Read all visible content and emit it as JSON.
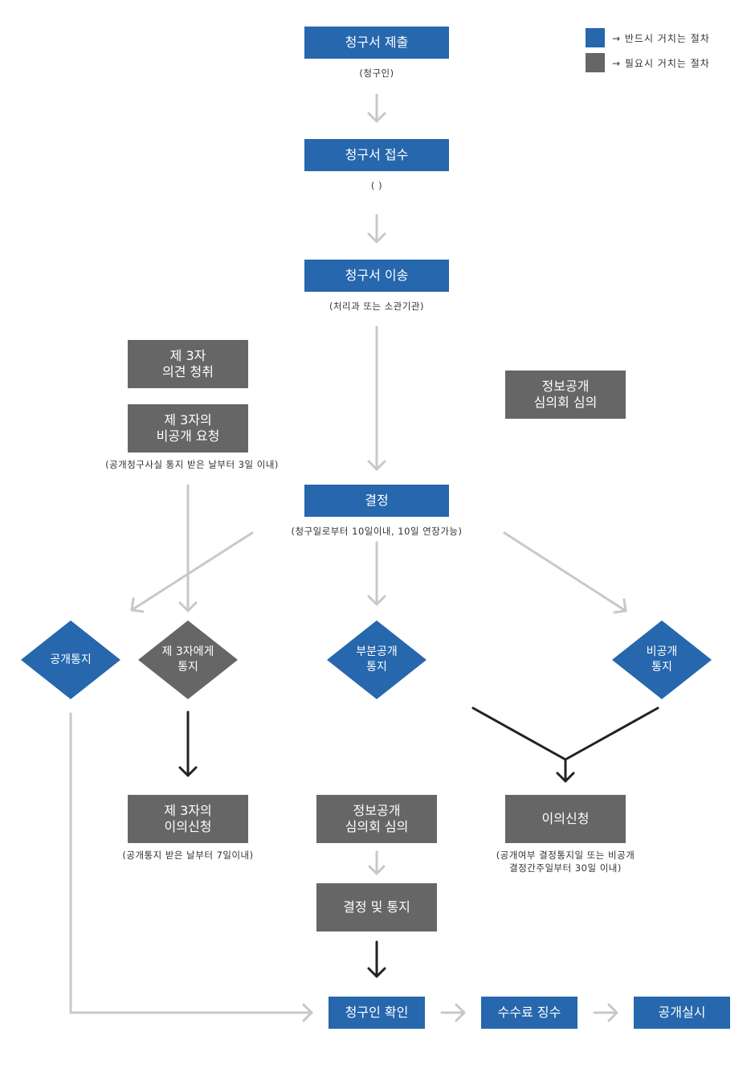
{
  "legend": {
    "required": {
      "label": "→ 반드시 거치는 절차",
      "color": "#2667ad"
    },
    "optional": {
      "label": "→ 필요시 거치는 절차",
      "color": "#666666"
    }
  },
  "steps": {
    "submit": {
      "label": "청구서 제출",
      "note": "(청구인)"
    },
    "receive": {
      "label": "청구서 접수",
      "note": "(        )"
    },
    "transfer": {
      "label": "청구서 이송",
      "note": "(처리과 또는 소관기관)"
    },
    "decision": {
      "label": "결정",
      "note": "(청구일로부터 10일이내, 10일 연장가능)"
    },
    "third_party_opinion": {
      "label": "제 3자\n의견 청취"
    },
    "third_party_request": {
      "label": "제 3자의\n비공개 요청",
      "note": "(공개청구사실 통지 받은 날부터 3일 이내)"
    },
    "committee_top": {
      "label": "정보공개\n심의회 심의"
    },
    "notice_public": {
      "label": "공개통지"
    },
    "notice_third": {
      "label": "제 3자에게\n통지"
    },
    "notice_partial": {
      "label": "부분공개\n통지"
    },
    "notice_private": {
      "label": "비공개\n통지"
    },
    "third_party_objection": {
      "label": "제 3자의\n이의신청",
      "note": "(공개통지 받은 날부터 7일이내)"
    },
    "committee_bottom": {
      "label": "정보공개\n심의회 심의"
    },
    "objection": {
      "label": "이의신청",
      "note": "(공개여부 결정통지일 또는 비공개\n결정간주일부터 30일 이내)"
    },
    "decision_notice": {
      "label": "결정 및 통지"
    },
    "confirm": {
      "label": "청구인 확인"
    },
    "fee": {
      "label": "수수료 징수"
    },
    "disclose": {
      "label": "공개실시"
    }
  },
  "colors": {
    "blue": "#2667ad",
    "gray": "#666666",
    "arrow_light": "#c8c8c8",
    "arrow_dark": "#222222"
  }
}
